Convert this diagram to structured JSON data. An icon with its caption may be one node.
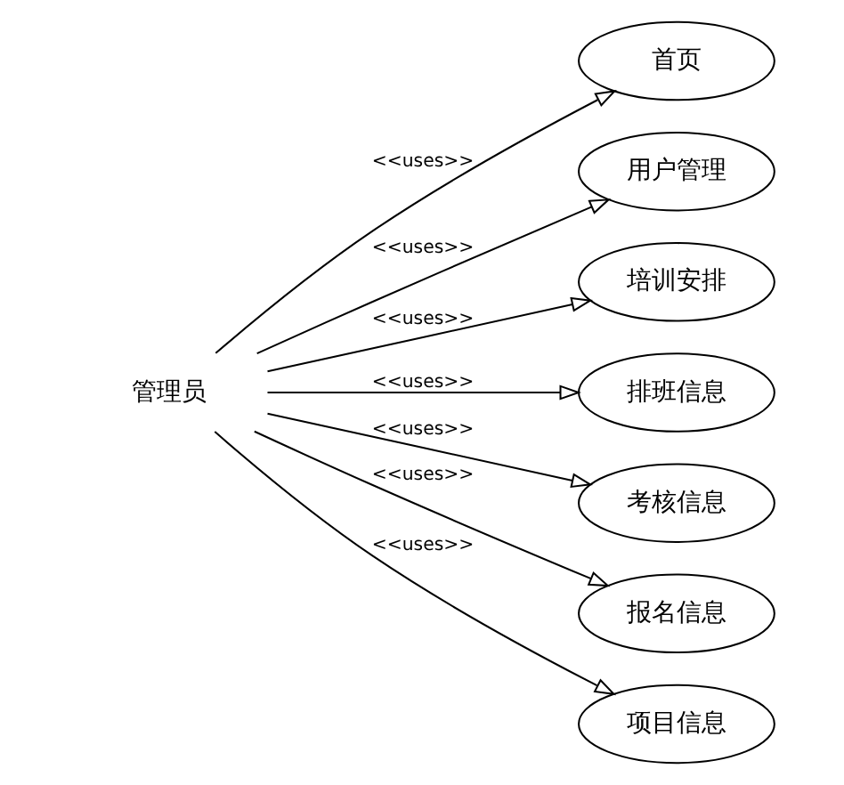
{
  "diagram": {
    "nodes": [
      {
        "text": [
          "管理员"
        ]
      },
      {
        "text": [
          "首页"
        ]
      },
      {
        "text": [
          "用户管理"
        ]
      },
      {
        "text": [
          "培训安排"
        ]
      },
      {
        "text": [
          "排班信息"
        ]
      },
      {
        "text": [
          "考核信息"
        ]
      },
      {
        "text": [
          "报名信息"
        ]
      },
      {
        "text": [
          "项目信息"
        ]
      }
    ],
    "edges": [
      {
        "from": 0,
        "to": 1,
        "arrow": "to",
        "label": "<<uses>>"
      },
      {
        "from": 0,
        "to": 2,
        "arrow": "to",
        "label": "<<uses>>"
      },
      {
        "from": 0,
        "to": 3,
        "arrow": "to",
        "label": "<<uses>>"
      },
      {
        "from": 0,
        "to": 4,
        "arrow": "to",
        "label": "<<uses>>"
      },
      {
        "from": 0,
        "to": 5,
        "arrow": "to",
        "label": "<<uses>>"
      },
      {
        "from": 0,
        "to": 6,
        "arrow": "to",
        "label": "<<uses>>"
      },
      {
        "from": 0,
        "to": 7,
        "arrow": "to",
        "label": "<<uses>>"
      }
    ]
  }
}
